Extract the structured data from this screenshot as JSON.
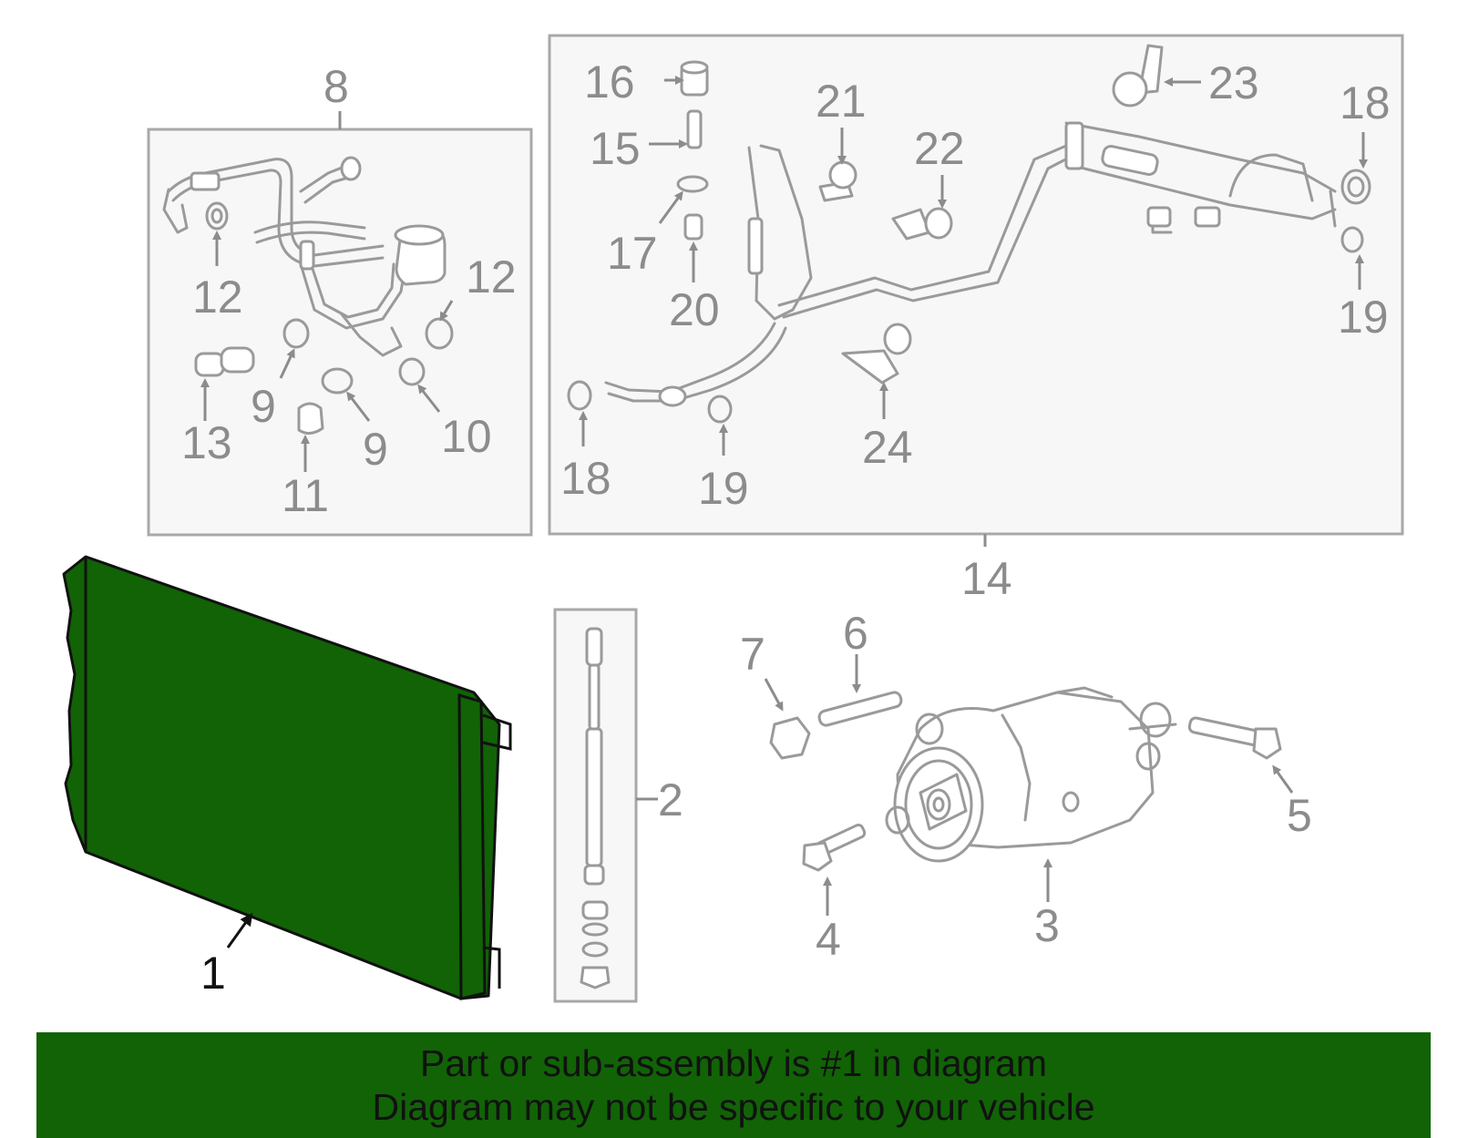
{
  "diagram": {
    "highlight_color": "#116306",
    "callout_color": "#8c8c8c",
    "callouts": {
      "c1": "1",
      "c2": "2",
      "c3": "3",
      "c4": "4",
      "c5": "5",
      "c6": "6",
      "c7": "7",
      "c8": "8",
      "c9a": "9",
      "c9b": "9",
      "c10": "10",
      "c11": "11",
      "c12a": "12",
      "c12b": "12",
      "c13": "13",
      "c14": "14",
      "c15": "15",
      "c16": "16",
      "c17": "17",
      "c18a": "18",
      "c18b": "18",
      "c19a": "19",
      "c19b": "19",
      "c20": "20",
      "c21": "21",
      "c22": "22",
      "c23": "23",
      "c24": "24"
    }
  },
  "banner": {
    "line1": "Part or sub-assembly is #1 in diagram",
    "line2": "Diagram may not be specific to your vehicle"
  }
}
